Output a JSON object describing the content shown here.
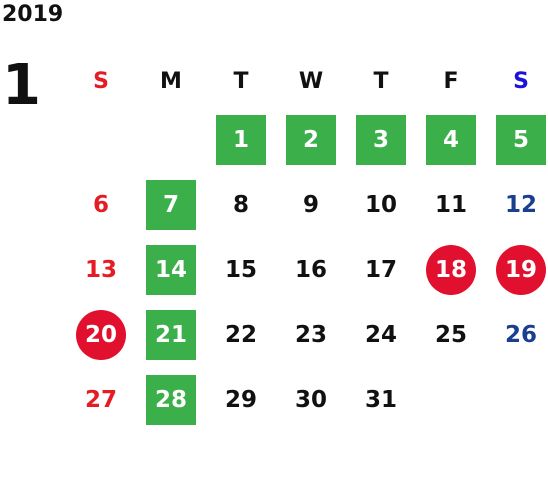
{
  "calendar": {
    "year": "2019",
    "month": "1",
    "weekdays": [
      "S",
      "M",
      "T",
      "W",
      "T",
      "F",
      "S"
    ],
    "weeks": [
      [
        {
          "day": ""
        },
        {
          "day": ""
        },
        {
          "day": "1",
          "style": "green"
        },
        {
          "day": "2",
          "style": "green"
        },
        {
          "day": "3",
          "style": "green"
        },
        {
          "day": "4",
          "style": "green"
        },
        {
          "day": "5",
          "style": "green"
        }
      ],
      [
        {
          "day": "6"
        },
        {
          "day": "7",
          "style": "green"
        },
        {
          "day": "8"
        },
        {
          "day": "9"
        },
        {
          "day": "10"
        },
        {
          "day": "11"
        },
        {
          "day": "12"
        }
      ],
      [
        {
          "day": "13"
        },
        {
          "day": "14",
          "style": "green"
        },
        {
          "day": "15"
        },
        {
          "day": "16"
        },
        {
          "day": "17"
        },
        {
          "day": "18",
          "style": "red-circle"
        },
        {
          "day": "19",
          "style": "red-circle"
        }
      ],
      [
        {
          "day": "20",
          "style": "red-circle"
        },
        {
          "day": "21",
          "style": "green"
        },
        {
          "day": "22"
        },
        {
          "day": "23"
        },
        {
          "day": "24"
        },
        {
          "day": "25"
        },
        {
          "day": "26"
        }
      ],
      [
        {
          "day": "27"
        },
        {
          "day": "28",
          "style": "green"
        },
        {
          "day": "29"
        },
        {
          "day": "30"
        },
        {
          "day": "31"
        },
        {
          "day": ""
        },
        {
          "day": ""
        }
      ]
    ]
  },
  "colors": {
    "green_highlight": "#3aaf4a",
    "red_circle": "#e0102e",
    "sunday_text": "#e51c23",
    "saturday_text": "#1a3f8f",
    "saturday_header": "#1b14d8"
  }
}
